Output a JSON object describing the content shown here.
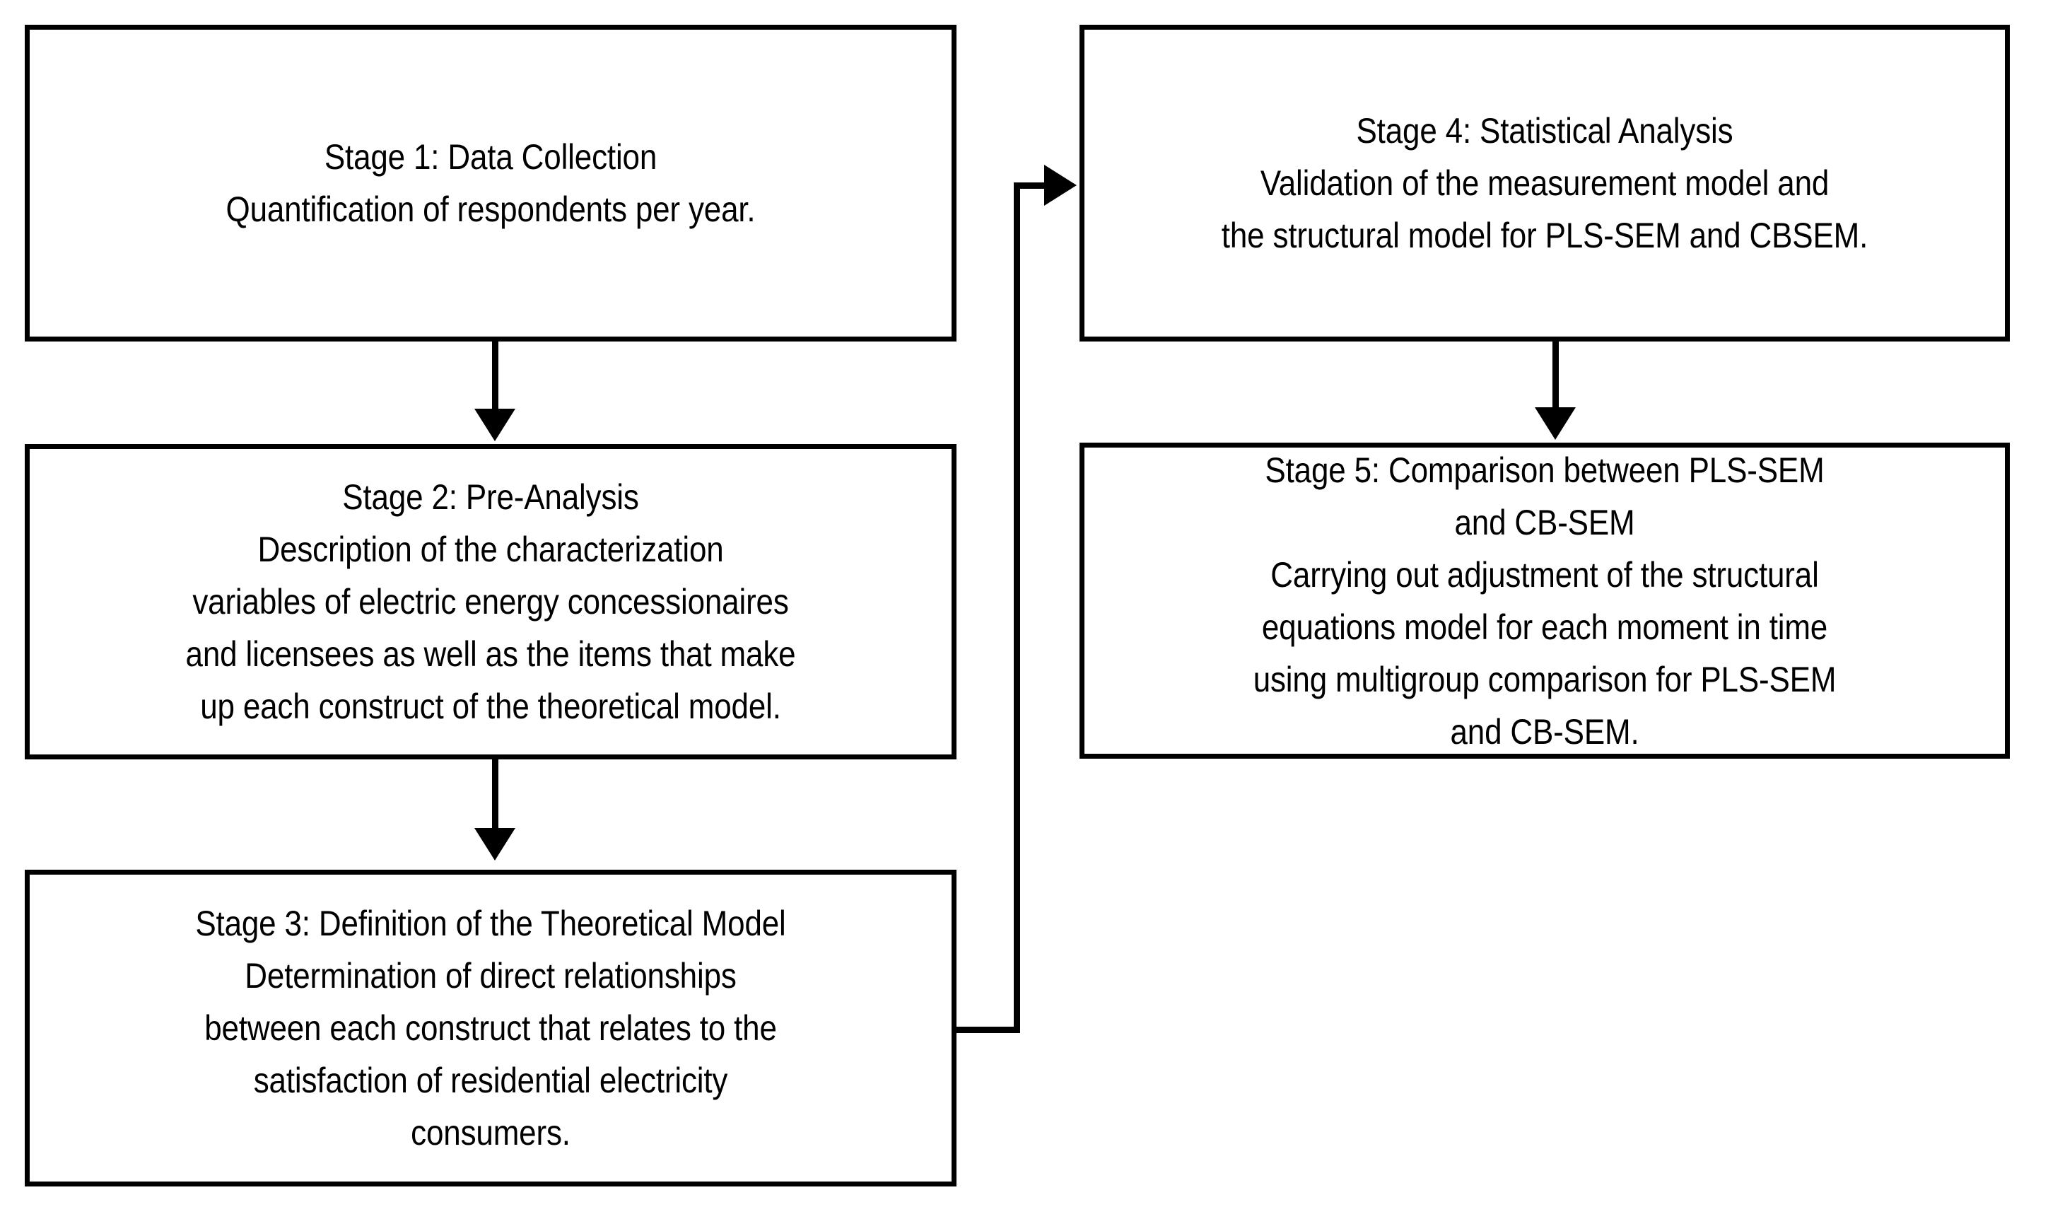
{
  "diagram": {
    "title": "Research methodology stages flowchart",
    "background_color": "#ffffff",
    "stroke_color": "#000000",
    "text_color": "#000000"
  },
  "nodes": [
    {
      "id": "stage-1",
      "lines": [
        "Stage 1: Data Collection",
        "Quantification of respondents per year."
      ]
    },
    {
      "id": "stage-2",
      "lines": [
        "Stage 2: Pre-Analysis",
        "Description of the characterization",
        "variables of electric energy concessionaires",
        "and licensees as well as the items that make",
        "up each construct of the theoretical model."
      ]
    },
    {
      "id": "stage-3",
      "lines": [
        "Stage 3: Definition of the Theoretical Model",
        "Determination of direct relationships",
        "between each construct that relates to the",
        "satisfaction of residential electricity",
        "consumers."
      ]
    },
    {
      "id": "stage-4",
      "lines": [
        "Stage 4: Statistical Analysis",
        "Validation of the measurement model and",
        "the structural model for PLS-SEM and CBSEM."
      ]
    },
    {
      "id": "stage-5",
      "lines": [
        "Stage 5: Comparison between PLS-SEM",
        "and CB-SEM",
        "Carrying out adjustment of the structural",
        "equations model for each moment in time",
        "using multigroup comparison for PLS-SEM",
        "and CB-SEM."
      ]
    }
  ],
  "connectors": [
    {
      "id": "s1-s2",
      "from": "stage-1",
      "to": "stage-2",
      "shape": "straight-down"
    },
    {
      "id": "s2-s3",
      "from": "stage-2",
      "to": "stage-3",
      "shape": "straight-down"
    },
    {
      "id": "s3-s4",
      "from": "stage-3",
      "to": "stage-4",
      "shape": "elbow-right-up"
    },
    {
      "id": "s4-s5",
      "from": "stage-4",
      "to": "stage-5",
      "shape": "straight-down"
    }
  ]
}
